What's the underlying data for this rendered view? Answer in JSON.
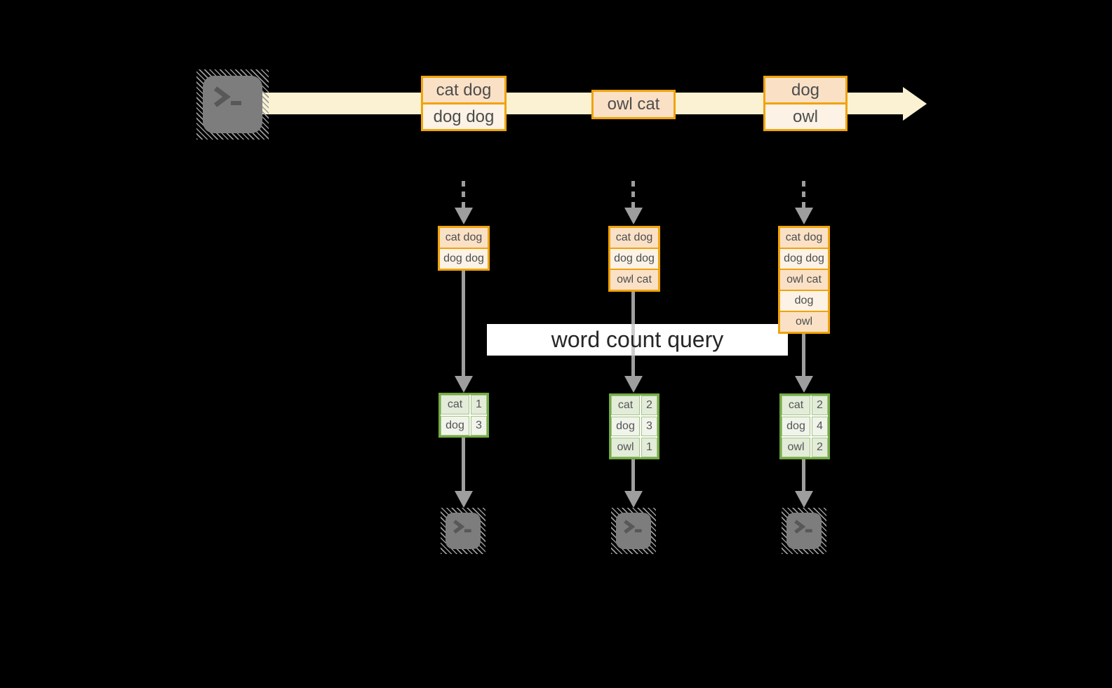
{
  "title_banner": {
    "label": "word count query"
  },
  "stream": {
    "source_icon": "terminal",
    "messages": [
      {
        "rows": [
          "cat dog",
          "dog dog"
        ]
      },
      {
        "rows": [
          "owl cat"
        ]
      },
      {
        "rows": [
          "dog",
          "owl"
        ]
      }
    ]
  },
  "pipelines": [
    {
      "buffer_rows": [
        "cat dog",
        "dog dog"
      ],
      "counts": [
        [
          "cat",
          "1"
        ],
        [
          "dog",
          "3"
        ]
      ]
    },
    {
      "buffer_rows": [
        "cat dog",
        "dog dog",
        "owl cat"
      ],
      "counts": [
        [
          "cat",
          "2"
        ],
        [
          "dog",
          "3"
        ],
        [
          "owl",
          "1"
        ]
      ]
    },
    {
      "buffer_rows": [
        "cat dog",
        "dog dog",
        "owl cat",
        "dog",
        "owl"
      ],
      "counts": [
        [
          "cat",
          "2"
        ],
        [
          "dog",
          "4"
        ],
        [
          "owl",
          "2"
        ]
      ]
    }
  ],
  "colors": {
    "background": "#000000",
    "stream_band": "#FAF2D2",
    "record_border": "#F0A30B",
    "record_fill_dark": "#FAE1C6",
    "record_fill_light": "#FCF2E5",
    "table_border": "#73AB44",
    "table_fill_dark": "#E3ECD8",
    "table_fill_light": "#F0F4EA",
    "arrow_gray": "#9E9E9E",
    "terminal_gray": "#7D7D7D",
    "banner_bg": "#FFFFFF",
    "text_dark": "#4D4D4D"
  }
}
